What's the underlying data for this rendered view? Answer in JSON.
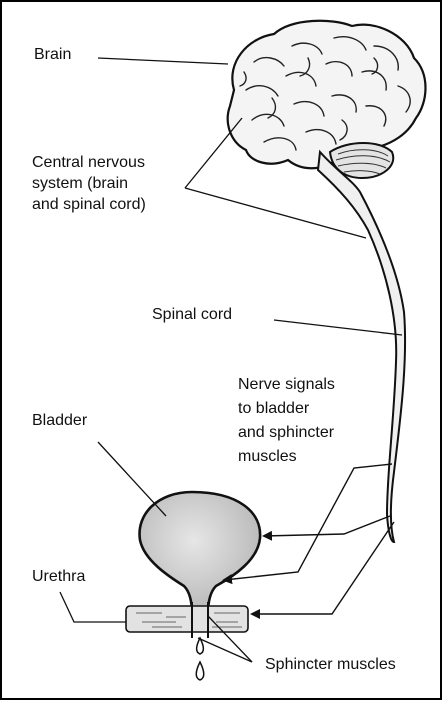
{
  "diagram": {
    "labels": {
      "brain": "Brain",
      "cns_line1": "Central nervous",
      "cns_line2": "system (brain",
      "cns_line3": "and spinal cord)",
      "spinal_cord": "Spinal cord",
      "nerve_line1": "Nerve signals",
      "nerve_line2": "to bladder",
      "nerve_line3": "and sphincter",
      "nerve_line4": "muscles",
      "bladder": "Bladder",
      "urethra": "Urethra",
      "sphincter_muscles": "Sphincter muscles"
    },
    "colors": {
      "ink": "#111111",
      "brain_fill": "#f4f4f4",
      "bladder_fill": "#cfcfcf",
      "sphincter_fill": "#e2e2e2"
    }
  }
}
